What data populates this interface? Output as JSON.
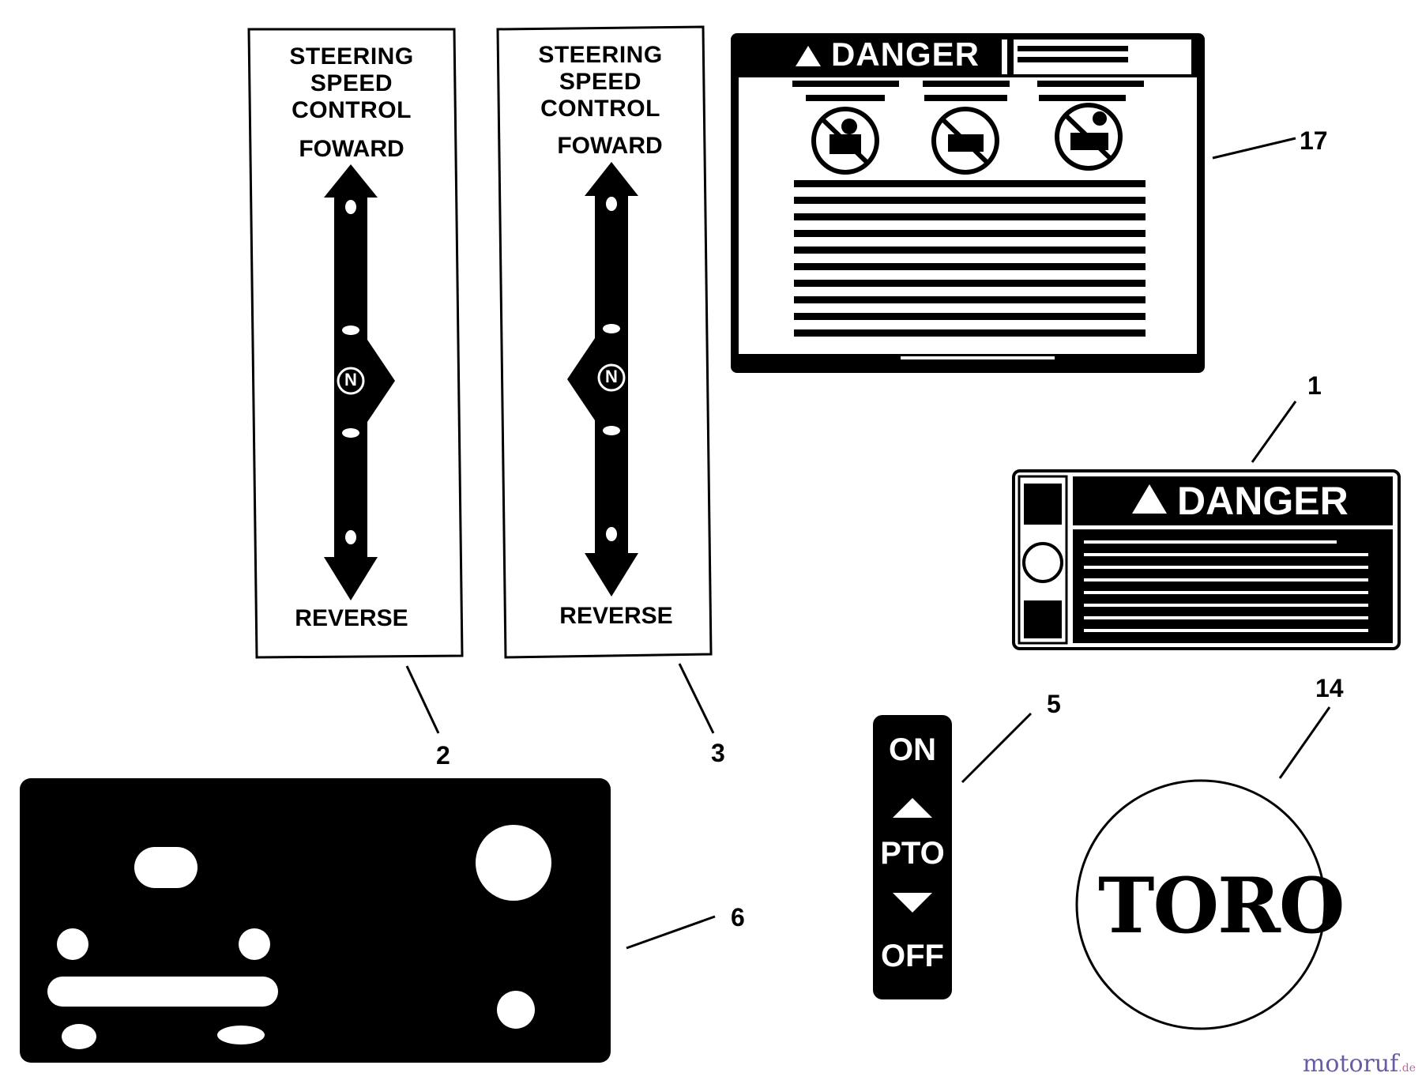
{
  "decals": {
    "steering_left": {
      "title_line1": "STEERING",
      "title_line2": "SPEED",
      "title_line3": "CONTROL",
      "forward": "FOWARD",
      "reverse": "REVERSE",
      "neutral": "N",
      "callout": "2"
    },
    "steering_right": {
      "title_line1": "STEERING",
      "title_line2": "SPEED",
      "title_line3": "CONTROL",
      "forward": "FOWARD",
      "reverse": "REVERSE",
      "neutral": "N",
      "callout": "3"
    },
    "danger_large": {
      "header": "DANGER",
      "callout": "17"
    },
    "danger_small": {
      "header": "DANGER",
      "callout": "1"
    },
    "pto": {
      "on": "ON",
      "label": "PTO",
      "off": "OFF",
      "callout": "5"
    },
    "toro_logo": {
      "text": "TORO",
      "callout": "14"
    },
    "panel": {
      "callout": "6"
    }
  },
  "watermark": {
    "main": "motoruf",
    "suffix": ".de"
  }
}
